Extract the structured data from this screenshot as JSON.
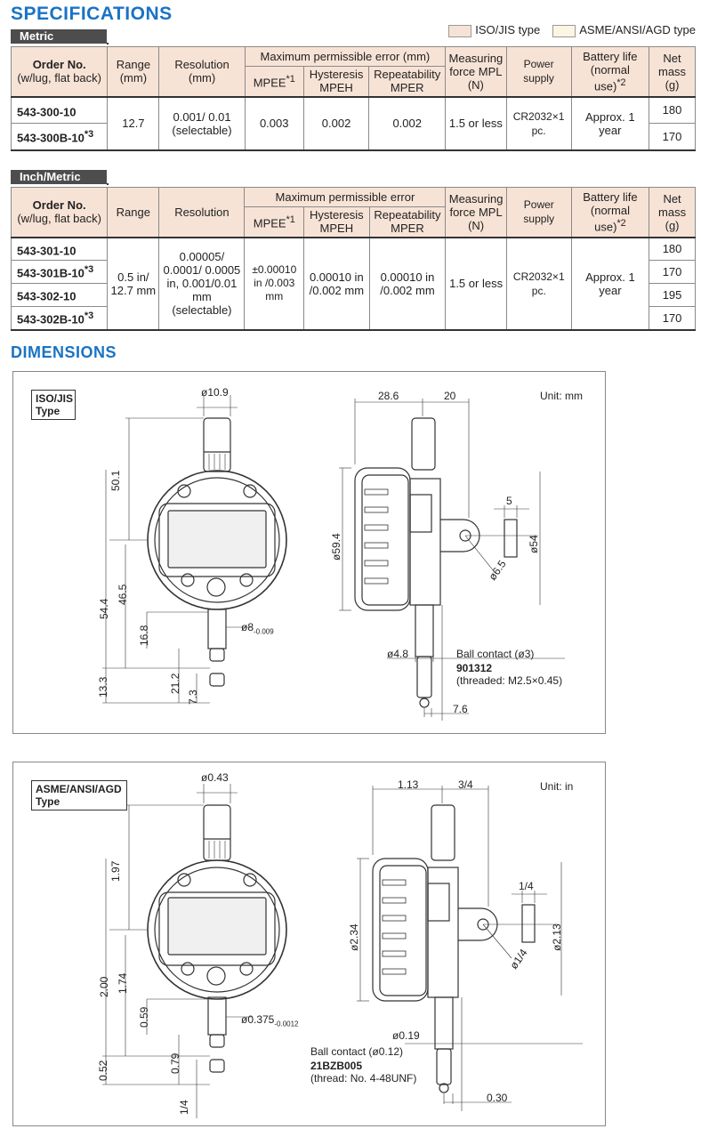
{
  "headings": {
    "specifications": "SPECIFICATIONS",
    "dimensions": "DIMENSIONS"
  },
  "legend": {
    "iso": "ISO/JIS type",
    "asme": "ASME/ANSI/AGD type",
    "iso_color": "#f7e3d6",
    "asme_color": "#fbf6e2"
  },
  "metric": {
    "tab": "Metric",
    "headers": {
      "order_no": "Order No.",
      "order_sub": "(w/lug, flat back)",
      "range": "Range",
      "range_unit": "(mm)",
      "resolution": "Resolution",
      "resolution_unit": "(mm)",
      "mpe": "Maximum permissible error (mm)",
      "mpee": "MPEE",
      "mpee_note": "*1",
      "hyst": "Hysteresis",
      "hyst_sub": "MPEH",
      "rep": "Repeatability",
      "rep_sub": "MPER",
      "force": "Measuring force MPL (N)",
      "power": "Power supply",
      "battery": "Battery life (normal use)",
      "battery_note": "*2",
      "mass": "Net mass (g)"
    },
    "rows": [
      {
        "order": "543-300-10",
        "note": "",
        "mass": "180"
      },
      {
        "order": "543-300B-10",
        "note": "*3",
        "mass": "170"
      }
    ],
    "range": "12.7",
    "resolution": "0.001/ 0.01 (selectable)",
    "mpee": "0.003",
    "hyst": "0.002",
    "rep": "0.002",
    "force": "1.5 or less",
    "power": "CR2032×1 pc.",
    "battery": "Approx. 1 year"
  },
  "inch": {
    "tab": "Inch/Metric",
    "headers": {
      "order_no": "Order No.",
      "order_sub": "(w/lug, flat back)",
      "range": "Range",
      "resolution": "Resolution",
      "mpe": "Maximum permissible error",
      "mpee": "MPEE",
      "mpee_note": "*1",
      "hyst": "Hysteresis",
      "hyst_sub": "MPEH",
      "rep": "Repeatability",
      "rep_sub": "MPER",
      "force": "Measuring force MPL (N)",
      "power": "Power supply",
      "battery": "Battery life (normal use)",
      "battery_note": "*2",
      "mass": "Net mass (g)"
    },
    "rows": [
      {
        "order": "543-301-10",
        "note": "",
        "mass": "180"
      },
      {
        "order": "543-301B-10",
        "note": "*3",
        "mass": "170"
      },
      {
        "order": "543-302-10",
        "note": "",
        "mass": "195"
      },
      {
        "order": "543-302B-10",
        "note": "*3",
        "mass": "170"
      }
    ],
    "range": "0.5 in/ 12.7 mm",
    "resolution": "0.00005/ 0.0001/ 0.0005 in, 0.001/0.01 mm (selectable)",
    "mpee": "±0.00010 in /0.003 mm",
    "hyst": "0.00010 in /0.002 mm",
    "rep": "0.00010 in /0.002 mm",
    "force": "1.5 or less",
    "power": "CR2032×1 pc.",
    "battery": "Approx. 1 year"
  },
  "dim_iso": {
    "type": "ISO/JIS Type",
    "unit": "Unit: mm",
    "d_top": "ø10.9",
    "d_501": "50.1",
    "d_544": "54.4",
    "d_465": "46.5",
    "d_168": "16.8",
    "d_stem": "ø8",
    "d_stem_tol": "-0.009",
    "d_133": "13.3",
    "d_212": "21.2",
    "d_73": "7.3",
    "d_286": "28.6",
    "d_20": "20",
    "d_594": "ø59.4",
    "d_5": "5",
    "d_54": "ø54",
    "d_65": "ø6.5",
    "d_48": "ø4.8",
    "ball": "Ball contact (ø3)",
    "part": "901312",
    "thread": "(threaded: M2.5×0.45)",
    "d_76": "7.6"
  },
  "dim_asme": {
    "type": "ASME/ANSI/AGD Type",
    "unit": "Unit: in",
    "d_top": "ø0.43",
    "d_197": "1.97",
    "d_200": "2.00",
    "d_174": "1.74",
    "d_059": "0.59",
    "d_stem": "ø0.375",
    "d_stem_tol": "-0.0012",
    "d_052": "0.52",
    "d_079": "0.79",
    "d_14b": "1/4",
    "d_113": "1.13",
    "d_34": "3/4",
    "d_234": "ø2.34",
    "d_14": "1/4",
    "d_213": "ø2.13",
    "d_14c": "ø1/4",
    "d_019": "ø0.19",
    "ball": "Ball contact (ø0.12)",
    "part": "21BZB005",
    "thread": "(thread: No. 4-48UNF)",
    "d_030": "0.30"
  }
}
